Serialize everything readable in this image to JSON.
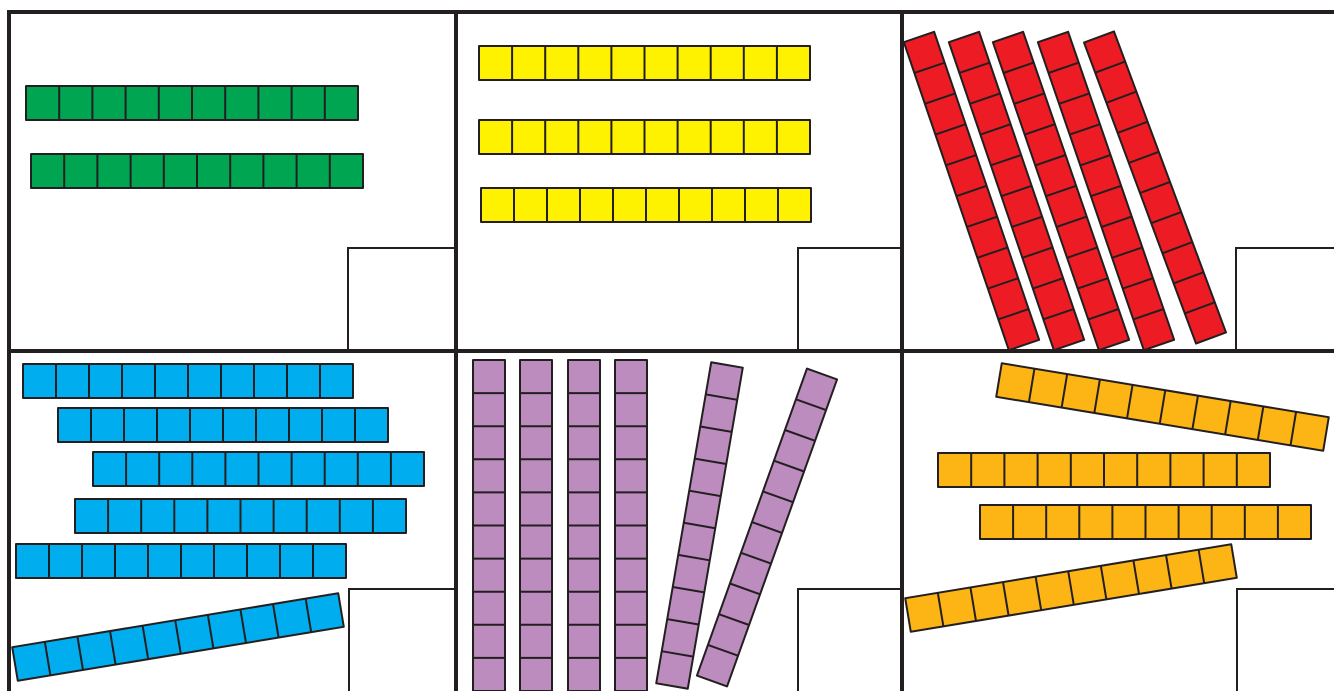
{
  "colors": {
    "grid": "#231f20",
    "rod_outline": "#231f20",
    "background": "#ffffff"
  },
  "panels": [
    {
      "id": "panel-1",
      "color_name": "green",
      "fill": "#00a551",
      "rod_count": 2,
      "units_per_rod": 10,
      "answer_box": ""
    },
    {
      "id": "panel-2",
      "color_name": "yellow",
      "fill": "#fff200",
      "rod_count": 3,
      "units_per_rod": 10,
      "answer_box": ""
    },
    {
      "id": "panel-3",
      "color_name": "red",
      "fill": "#ed1c24",
      "rod_count": 5,
      "units_per_rod": 10,
      "answer_box": ""
    },
    {
      "id": "panel-4",
      "color_name": "blue",
      "fill": "#00aeef",
      "rod_count": 6,
      "units_per_rod": 10,
      "answer_box": ""
    },
    {
      "id": "panel-5",
      "color_name": "purple",
      "fill": "#bd8cbf",
      "rod_count": 6,
      "units_per_rod": 10,
      "answer_box": ""
    },
    {
      "id": "panel-6",
      "color_name": "orange",
      "fill": "#fdb515",
      "rod_count": 4,
      "units_per_rod": 10,
      "answer_box": ""
    }
  ]
}
